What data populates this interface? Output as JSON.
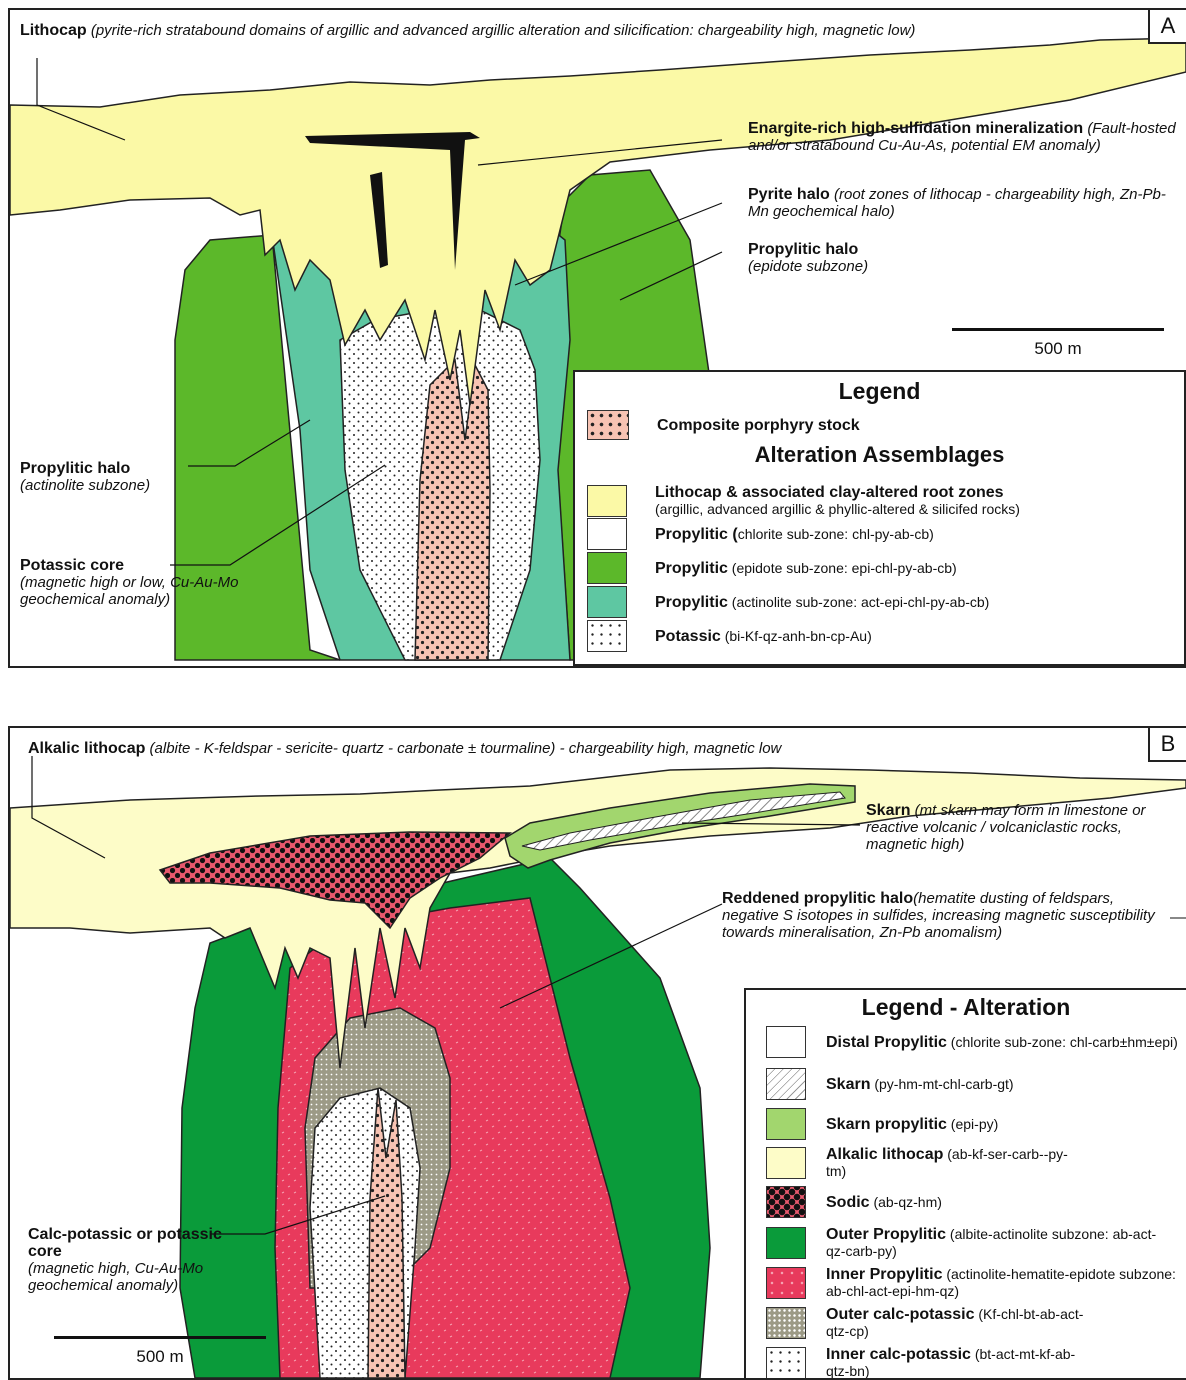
{
  "panelA": {
    "tag": "A",
    "lithocap": {
      "title": "Lithocap",
      "desc": "(pyrite-rich stratabound domains of argillic and advanced argillic alteration and silicification: chargeability high, magnetic low)"
    },
    "enargite": {
      "title": "Enargite-rich high-sulfidation mineralization",
      "desc": "(Fault-hosted and/or stratabound Cu-Au-As, potential EM anomaly)"
    },
    "pyrite": {
      "title": "Pyrite halo",
      "desc": "(root zones of lithocap - chargeability high, Zn-Pb-Mn geochemical halo)"
    },
    "propEpidote": {
      "title": "Propylitic halo",
      "desc": "(epidote subzone)"
    },
    "propActinolite": {
      "title": "Propylitic halo",
      "desc": "(actinolite subzone)"
    },
    "potassic": {
      "title": "Potassic core",
      "desc": "(magnetic high or low, Cu-Au-Mo geochemical anomaly)"
    },
    "scale": "500 m",
    "legend": {
      "title": "Legend",
      "stock": "Composite porphyry stock",
      "subtitle": "Alteration Assemblages",
      "items": [
        {
          "name": "Lithocap & associated clay-altered root zones",
          "desc": "(argillic, advanced argillic & phyllic-altered & silicifed rocks)"
        },
        {
          "name": "Propylitic (",
          "desc": "chlorite sub-zone: chl-py-ab-cb)"
        },
        {
          "name": "Propylitic",
          "desc": " (epidote sub-zone: epi-chl-py-ab-cb)"
        },
        {
          "name": "Propylitic",
          "desc": " (actinolite sub-zone: act-epi-chl-py-ab-cb)"
        },
        {
          "name": "Potassic",
          "desc": " (bi-Kf-qz-anh-bn-cp-Au)"
        }
      ]
    }
  },
  "panelB": {
    "tag": "B",
    "lithocap": {
      "title": "Alkalic lithocap",
      "desc": " (albite - K-feldspar - sericite- quartz - carbonate ± tourmaline)",
      "tail": " - chargeability high, magnetic low"
    },
    "skarn": {
      "title": "Skarn",
      "desc": " (mt skarn may form in limestone or reactive volcanic / volcaniclastic rocks, magnetic high)"
    },
    "reddened": {
      "title": "Reddened propylitic halo",
      "desc": "(hematite dusting of feldspars, negative S isotopes in sulfides, increasing magnetic susceptibility towards mineralisation, Zn-Pb anomalism)"
    },
    "core": {
      "title": "Calc-potassic or potassic core",
      "desc": "(magnetic high, Cu-Au-Mo geochemical anomaly)"
    },
    "scale": "500 m",
    "legend": {
      "title": "Legend - Alteration",
      "items": [
        {
          "name": "Distal Propylitic",
          "desc": " (chlorite sub-zone: chl-carb±hm±epi)"
        },
        {
          "name": "Skarn",
          "desc": " (py-hm-mt-chl-carb-gt)"
        },
        {
          "name": "Skarn propylitic",
          "desc": " (epi-py)"
        },
        {
          "name": "Alkalic lithocap",
          "desc": " (ab-kf-ser-carb--py-tm)"
        },
        {
          "name": "Sodic",
          "desc": " (ab-qz-hm)"
        },
        {
          "name": "Outer Propylitic",
          "desc": " (albite-actinolite subzone: ab-act-qz-carb-py)"
        },
        {
          "name": "Inner Propylitic",
          "desc": " (actinolite-hematite-epidote subzone: ab-chl-act-epi-hm-qz)"
        },
        {
          "name": "Outer calc-potassic",
          "desc": " (Kf-chl-bt-ab-act-qtz-cp)"
        },
        {
          "name": "Inner calc-potassic",
          "desc": " (bt-act-mt-kf-ab-qtz-bn)"
        }
      ]
    }
  },
  "colors": {
    "lithocap": "#fbf9a6",
    "lithocapB": "#fdfcc8",
    "propEpidote": "#5cb82a",
    "propActinolite": "#5ec7a2",
    "outerProp": "#0a9b3a",
    "innerProp": "#e83a5c",
    "skarnProp": "#a2d66e",
    "stock": "#f7c3b3"
  }
}
